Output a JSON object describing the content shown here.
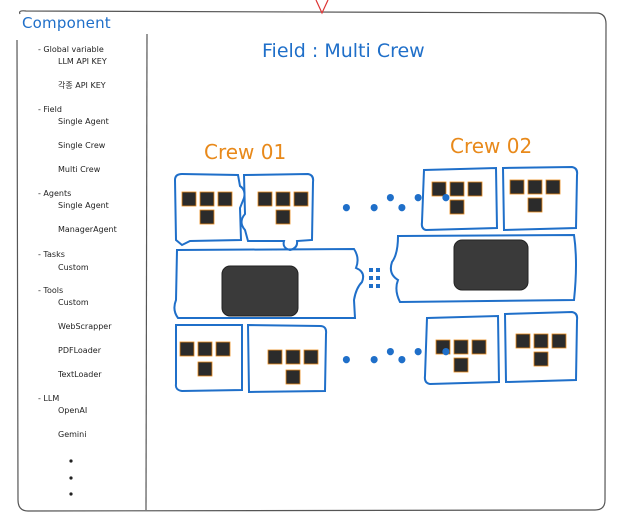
{
  "sidebar": {
    "title": "Component",
    "sections": [
      {
        "header": "- Global variable",
        "items": [
          "LLM API KEY",
          "각종 API KEY"
        ]
      },
      {
        "header": "- Field",
        "items": [
          "Single Agent",
          "Single Crew",
          "Multi Crew"
        ]
      },
      {
        "header": "- Agents",
        "items": [
          "Single Agent",
          "ManagerAgent"
        ]
      },
      {
        "header": "- Tasks",
        "items": [
          "Custom"
        ]
      },
      {
        "header": "- Tools",
        "items": [
          "Custom",
          "WebScrapper",
          "PDFLoader",
          "TextLoader"
        ]
      },
      {
        "header": "- LLM",
        "items": [
          "OpenAI",
          "Gemini"
        ]
      }
    ]
  },
  "main": {
    "title": "Field : Multi Crew",
    "crews": [
      {
        "label": "Crew 01"
      },
      {
        "label": "Crew 02"
      }
    ],
    "ellipsis": "• • •"
  },
  "colors": {
    "accent_blue": "#1f6fc9",
    "crew_orange": "#e8891a",
    "frame_gray": "#555555"
  }
}
